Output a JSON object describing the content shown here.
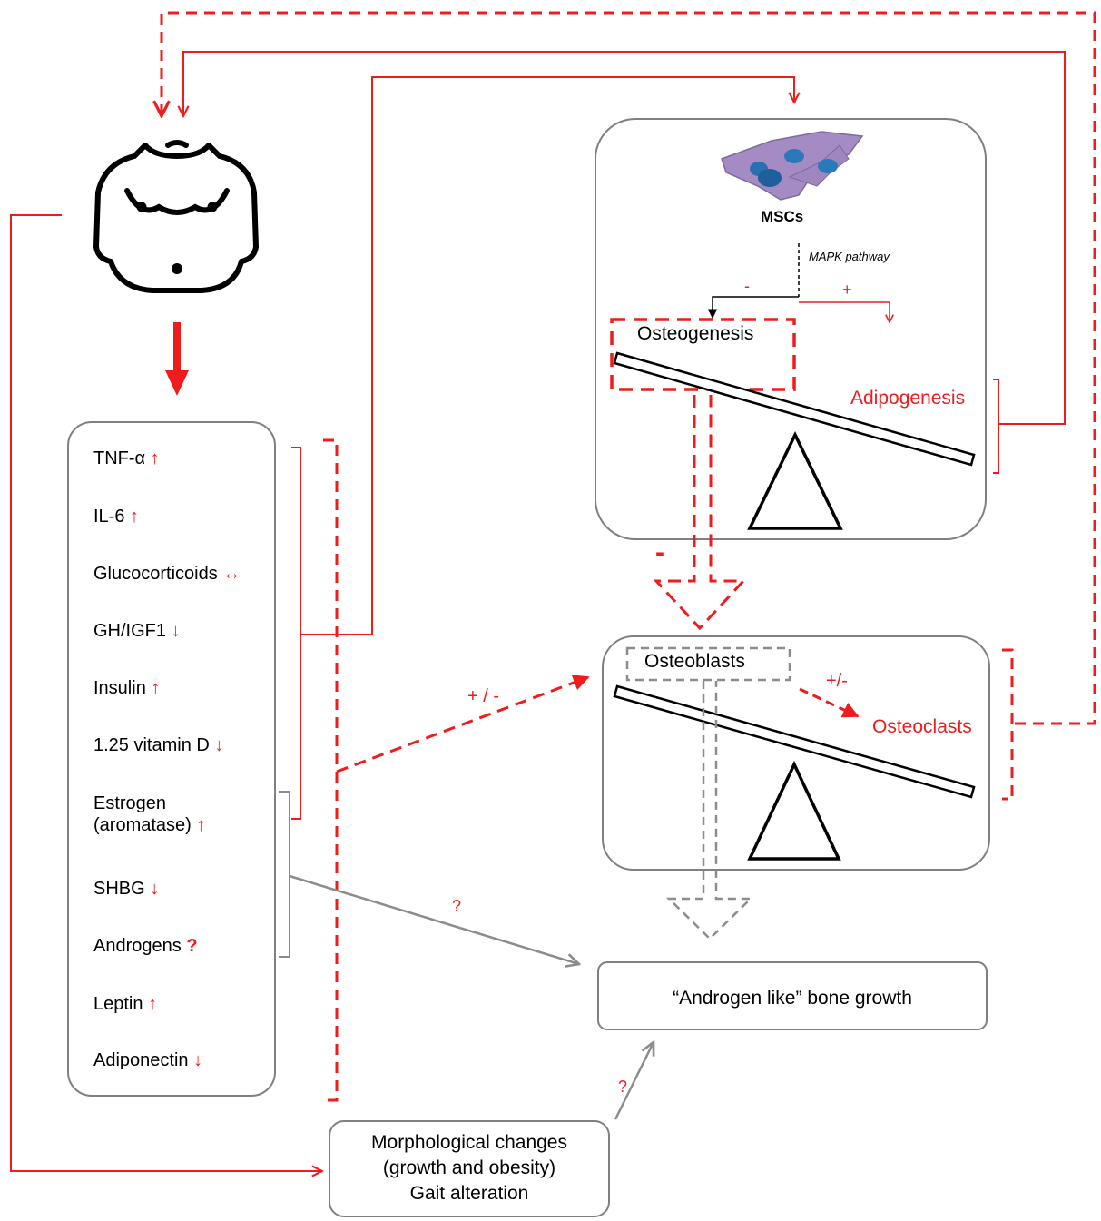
{
  "factors": [
    {
      "name": "TNF-α",
      "indicator": "↑"
    },
    {
      "name": "IL-6",
      "indicator": "↑"
    },
    {
      "name": "Glucocorticoids",
      "indicator": "↔"
    },
    {
      "name": "GH/IGF1",
      "indicator": "↓"
    },
    {
      "name": "Insulin",
      "indicator": "↑"
    },
    {
      "name": "1.25 vitamin D",
      "indicator": "↓"
    },
    {
      "name": "Estrogen",
      "name2": "(aromatase)",
      "indicator": "↑"
    },
    {
      "name": "SHBG",
      "indicator": "↓"
    },
    {
      "name": "Androgens",
      "indicator": "?"
    },
    {
      "name": "Leptin",
      "indicator": "↑"
    },
    {
      "name": "Adiponectin",
      "indicator": "↓"
    }
  ],
  "msc_box": {
    "cells_label": "MSCs",
    "pathway_label": "MAPK pathway",
    "minus": "-",
    "plus": "+",
    "left_process": "Osteogenesis",
    "right_process": "Adipogenesis"
  },
  "bone_box": {
    "left_cell": "Osteoblasts",
    "right_cell": "Osteoclasts",
    "effect": "+/-"
  },
  "factor_effect_label": "+ / -",
  "down_minus": "-",
  "question_1": "?",
  "question_2": "?",
  "outcome": "“Androgen like” bone growth",
  "morph": {
    "line1": "Morphological changes",
    "line2": "(growth and obesity)",
    "line3": "Gait alteration"
  },
  "colors": {
    "red": "#ee1c1c",
    "grey": "#8c8c8c",
    "box_border": "#808080"
  }
}
